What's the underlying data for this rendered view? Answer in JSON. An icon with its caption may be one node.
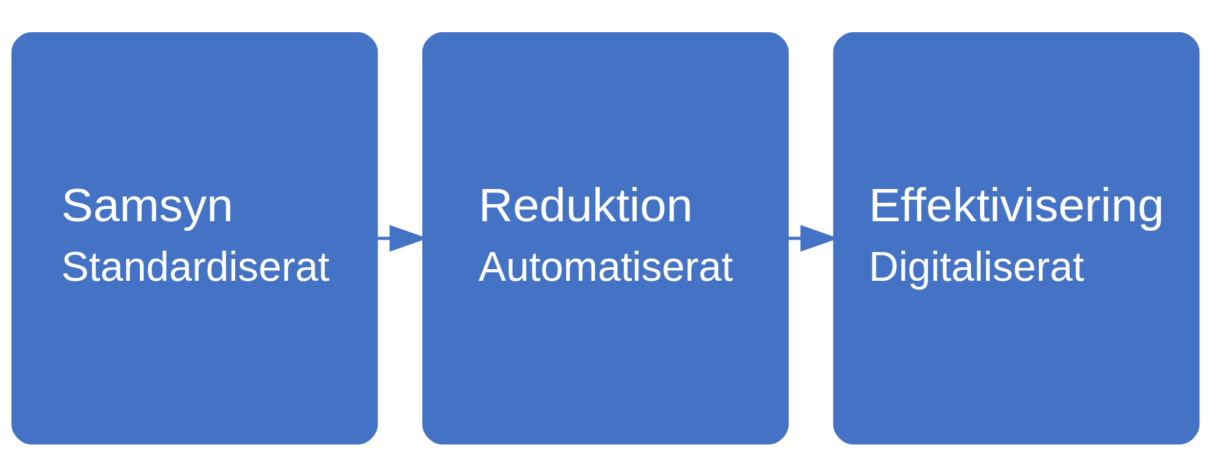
{
  "diagram": {
    "nodes": [
      {
        "text": [
          "Samsyn",
          "Standardiserat"
        ]
      },
      {
        "text": [
          "Reduktion",
          "Automatiserat"
        ]
      },
      {
        "text": [
          "Effektivisering",
          "Digitaliserat"
        ]
      }
    ],
    "edges": [
      {
        "from": 0,
        "to": 1,
        "arrow": "to"
      },
      {
        "from": 1,
        "to": 2,
        "arrow": "to"
      }
    ]
  }
}
